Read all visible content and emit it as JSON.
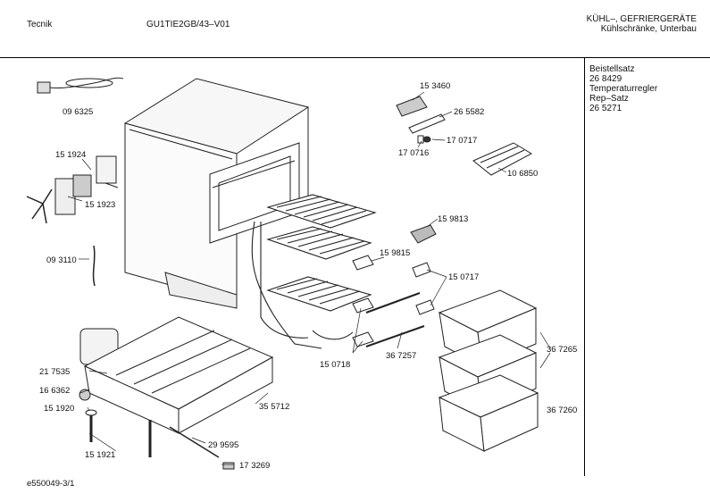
{
  "header": {
    "brand": "Tecnik",
    "model": "GU1TIE2GB/43–V01",
    "category_line1": "KÜHL–, GEFRIERGERÄTE",
    "category_line2": "Kühlschränke, Unterbau"
  },
  "sidebar": {
    "lines": [
      "Beistellsatz",
      "26 8429",
      "Temperaturregler",
      "Rep–Satz",
      "26 5271"
    ]
  },
  "parts": [
    {
      "id": "part-096325",
      "label": "09 6325"
    },
    {
      "id": "part-151924",
      "label": "15 1924"
    },
    {
      "id": "part-151923",
      "label": "15 1923"
    },
    {
      "id": "part-093110",
      "label": "09 3110"
    },
    {
      "id": "part-153460",
      "label": "15 3460"
    },
    {
      "id": "part-265582",
      "label": "26 5582"
    },
    {
      "id": "part-170717",
      "label": "17 0717"
    },
    {
      "id": "part-170716",
      "label": "17 0716"
    },
    {
      "id": "part-106850",
      "label": "10 6850"
    },
    {
      "id": "part-159813",
      "label": "15 9813"
    },
    {
      "id": "part-159815",
      "label": "15 9815"
    },
    {
      "id": "part-150717",
      "label": "15 0717"
    },
    {
      "id": "part-150718",
      "label": "15 0718"
    },
    {
      "id": "part-367257",
      "label": "36 7257"
    },
    {
      "id": "part-367265",
      "label": "36 7265"
    },
    {
      "id": "part-367260",
      "label": "36 7260"
    },
    {
      "id": "part-217535",
      "label": "21 7535"
    },
    {
      "id": "part-166362",
      "label": "16 6362"
    },
    {
      "id": "part-151920",
      "label": "15 1920"
    },
    {
      "id": "part-151921",
      "label": "15 1921"
    },
    {
      "id": "part-355712",
      "label": "35 5712"
    },
    {
      "id": "part-299595",
      "label": "29 9595"
    },
    {
      "id": "part-173269",
      "label": "17 3269"
    }
  ],
  "footer": {
    "code": "e550049-3/1"
  }
}
